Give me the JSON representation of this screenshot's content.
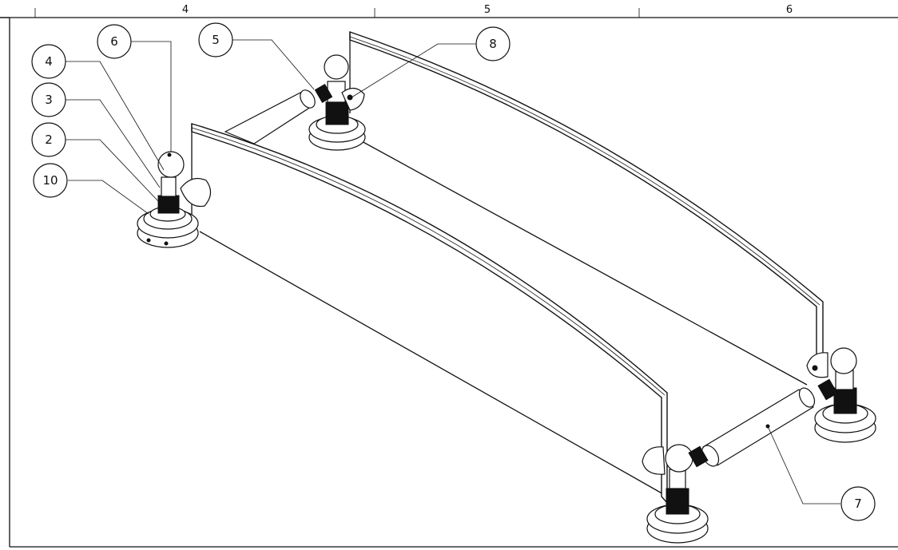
{
  "title_block": {
    "zones": [
      "4",
      "5",
      "6"
    ]
  },
  "balloons": [
    {
      "id": "balloon-6",
      "label": "6"
    },
    {
      "id": "balloon-5",
      "label": "5"
    },
    {
      "id": "balloon-8",
      "label": "8"
    },
    {
      "id": "balloon-4",
      "label": "4"
    },
    {
      "id": "balloon-3",
      "label": "3"
    },
    {
      "id": "balloon-2",
      "label": "2"
    },
    {
      "id": "balloon-10",
      "label": "10"
    },
    {
      "id": "balloon-7",
      "label": "7"
    }
  ],
  "colors": {
    "line": "#111111",
    "background": "#ffffff"
  }
}
